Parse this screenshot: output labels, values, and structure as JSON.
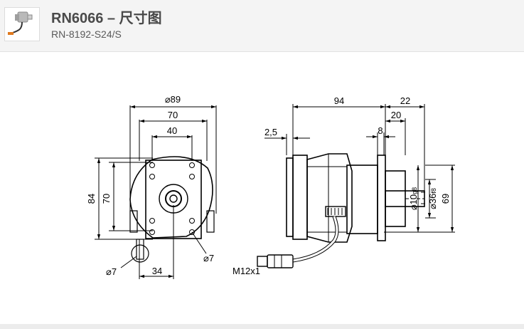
{
  "header": {
    "title": "RN6066 – 尺寸图",
    "subtitle": "RN-8192-S24/S",
    "thumbnail_icon": "encoder-product-icon"
  },
  "drawing": {
    "front_view": {
      "diameter_89": "89",
      "width_70": "70",
      "width_40": "40",
      "height_84": "84",
      "height_70": "70",
      "hole_right": "7",
      "hole_left": "7",
      "offset_34": "34"
    },
    "side_view": {
      "length_94": "94",
      "length_22": "22",
      "length_20": "20",
      "length_8": "8",
      "length_2_5": "2,5",
      "shaft_diameter": "10",
      "shaft_tolerance": "g8",
      "pilot_diameter": "36",
      "pilot_tolerance": "f8",
      "height_69": "69",
      "connector_label": "M12x1"
    }
  }
}
